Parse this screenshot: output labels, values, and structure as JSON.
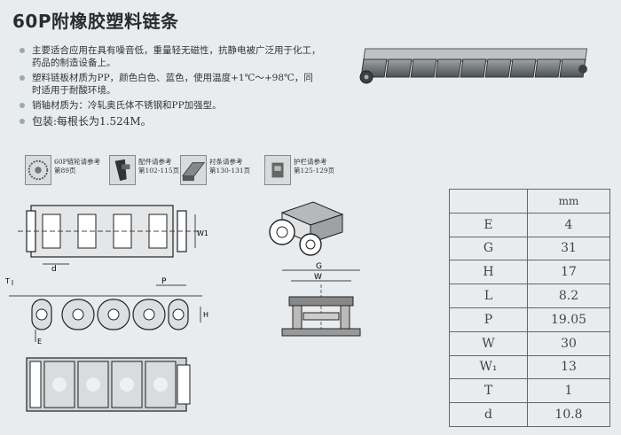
{
  "title": "60P附橡胶塑料链条",
  "bullets": [
    "主要适合应用在具有噪音低，重量轻无磁性，抗静电被广泛用于化工，药品的制造设备上。",
    "塑料链板材质为PP，颜色白色、蓝色，使用温度+1℃～+98℃，同时适用于耐酸环境。",
    "销轴材质为：冷轧奥氏体不锈钢和PP加强型。",
    "包装:每根长为1.524M。"
  ],
  "thumbnails": [
    {
      "caption_1": "60P链轮请参考",
      "caption_2": "第89页",
      "icon": "sprocket-icon"
    },
    {
      "caption_1": "配件请参考",
      "caption_2": "第102-115页",
      "icon": "accessory-icon"
    },
    {
      "caption_1": "衬条请参考",
      "caption_2": "第130-131页",
      "icon": "wear-strip-icon"
    },
    {
      "caption_1": "护栏请参考",
      "caption_2": "第125-129页",
      "icon": "guide-rail-icon"
    }
  ],
  "drawing_labels": {
    "w1": "W1",
    "d": "d",
    "t": "T",
    "p": "P",
    "e": "E",
    "h": "H",
    "g": "G",
    "w": "W"
  },
  "spec_table": {
    "unit": "mm",
    "rows": [
      {
        "symbol": "E",
        "value": "4"
      },
      {
        "symbol": "G",
        "value": "31"
      },
      {
        "symbol": "H",
        "value": "17"
      },
      {
        "symbol": "L",
        "value": "8.2"
      },
      {
        "symbol": "P",
        "value": "19.05"
      },
      {
        "symbol": "W",
        "value": "30"
      },
      {
        "symbol": "W₁",
        "value": "13"
      },
      {
        "symbol": "T",
        "value": "1"
      },
      {
        "symbol": "d",
        "value": "10.8"
      }
    ]
  }
}
